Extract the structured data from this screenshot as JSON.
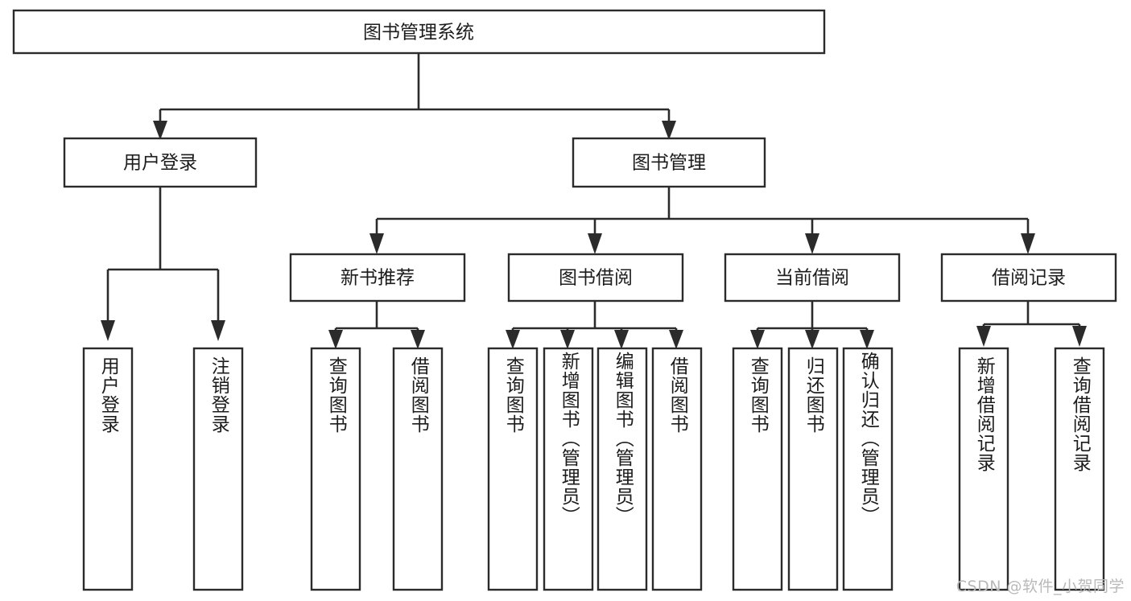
{
  "diagram": {
    "type": "tree-hierarchy",
    "orientation": "top-down",
    "root": {
      "label": "图书管理系统",
      "level": 0
    },
    "level1": [
      {
        "label": "用户登录"
      },
      {
        "label": "图书管理"
      }
    ],
    "level2": [
      {
        "label": "新书推荐",
        "parent": "图书管理"
      },
      {
        "label": "图书借阅",
        "parent": "图书管理"
      },
      {
        "label": "当前借阅",
        "parent": "图书管理"
      },
      {
        "label": "借阅记录",
        "parent": "图书管理"
      }
    ],
    "leaves": {
      "user_login": [
        {
          "label": "用户登录"
        },
        {
          "label": "注销登录"
        }
      ],
      "new_book_recommend": [
        {
          "label": "查询图书"
        },
        {
          "label": "借阅图书"
        }
      ],
      "book_borrow": [
        {
          "label": "查询图书"
        },
        {
          "label": "新增图书（管理员）"
        },
        {
          "label": "编辑图书（管理员）"
        },
        {
          "label": "借阅图书"
        }
      ],
      "current_borrow": [
        {
          "label": "查询图书"
        },
        {
          "label": "归还图书"
        },
        {
          "label": "确认归还（管理员）"
        }
      ],
      "borrow_record": [
        {
          "label": "新增借阅记录"
        },
        {
          "label": "查询借阅记录"
        }
      ]
    },
    "watermark": "CSDN @软件_小贺同学",
    "colors": {
      "line": "#2b2b2b",
      "box_fill": "#ffffff",
      "text": "#1c1c1c",
      "watermark": "#b9b9b9",
      "background": "#ffffff"
    }
  }
}
